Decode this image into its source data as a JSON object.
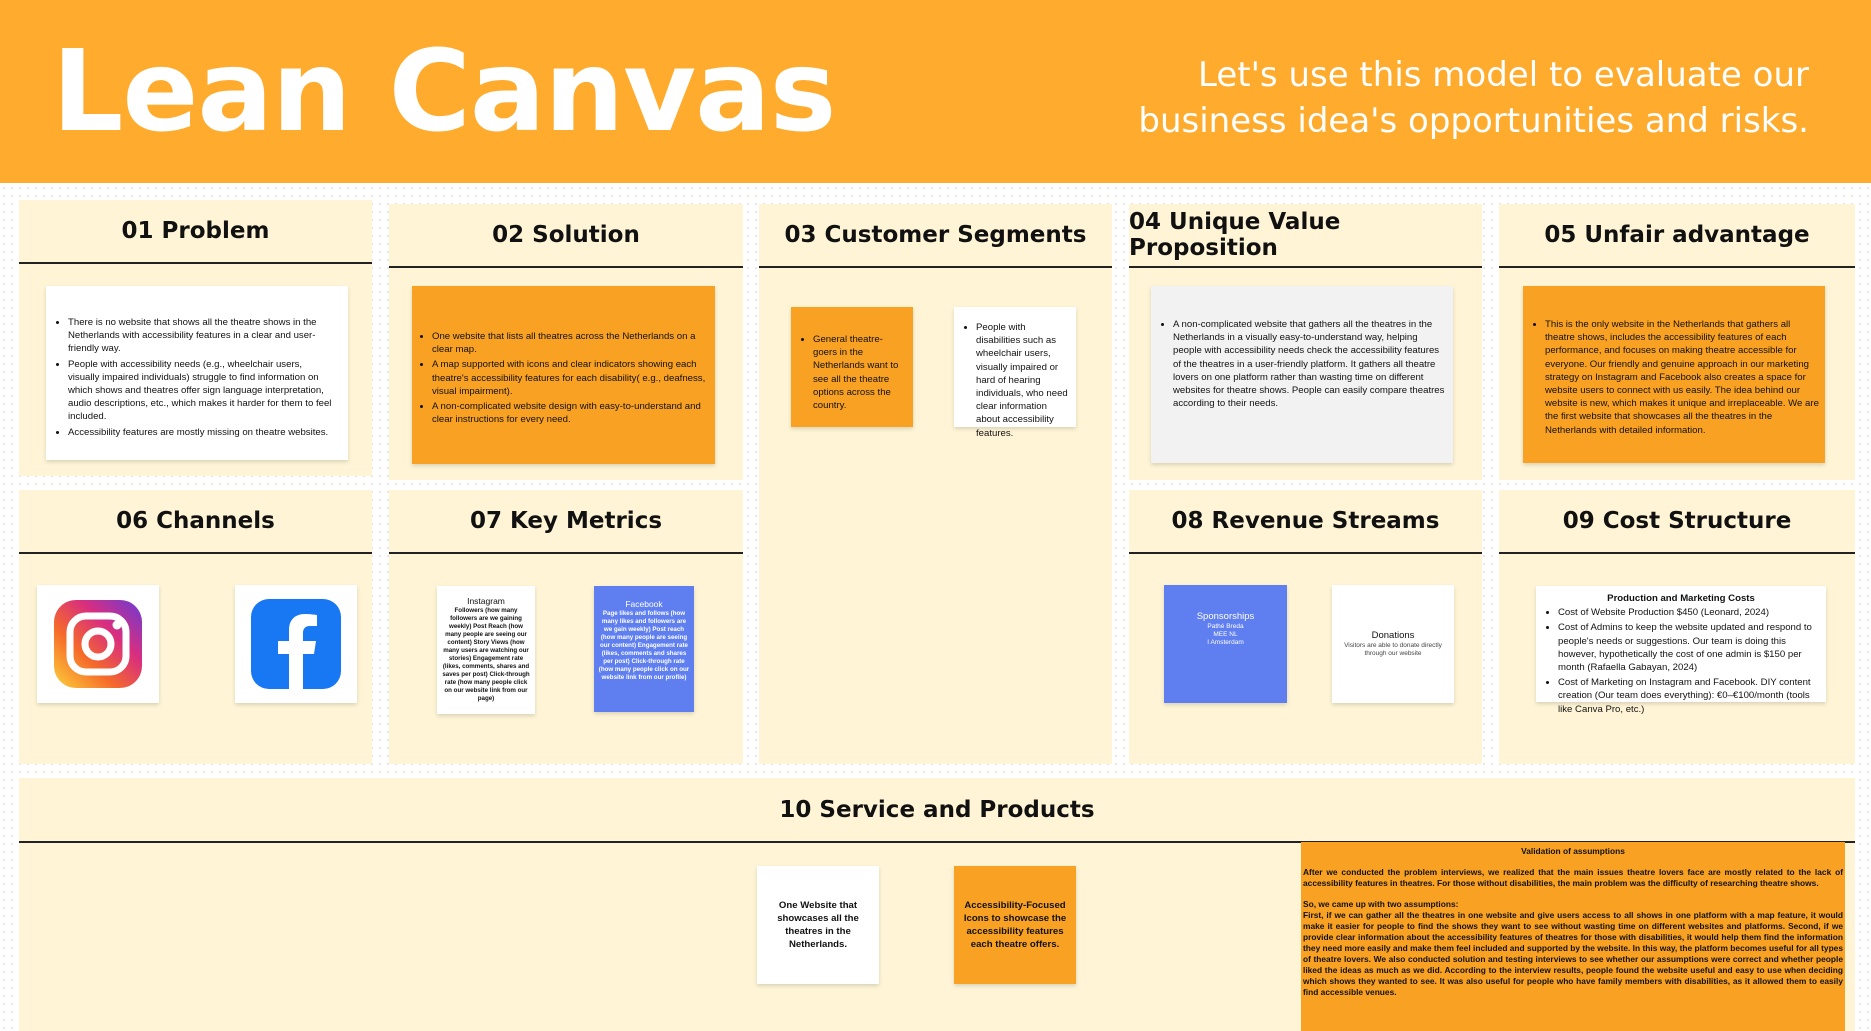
{
  "header": {
    "title": "Lean Canvas",
    "subtitle": "Let's use this model to evaluate our business idea's opportunities and risks."
  },
  "sections": {
    "problem": {
      "title": "01 Problem",
      "bullets": [
        "There is no website that shows all the theatre shows in the Netherlands with accessibility features in a clear and user-friendly way.",
        "People with accessibility needs (e.g., wheelchair users, visually impaired individuals) struggle to find information on which shows and theatres offer sign language interpretation, audio descriptions, etc., which makes it harder for them to feel included.",
        "Accessibility features are mostly missing on theatre websites."
      ]
    },
    "solution": {
      "title": "02 Solution",
      "bullets": [
        "One website that lists all theatres across the Netherlands on a clear map.",
        "A map supported with icons and clear indicators showing each theatre's accessibility features for each disability( e.g., deafness, visual impairment).",
        "A non-complicated website design with easy-to-understand and clear instructions for every need."
      ]
    },
    "customer_segments": {
      "title": "03 Customer Segments",
      "note1": "General theatre-goers in the Netherlands want to see all the theatre options across the country.",
      "note2": "People with disabilities such as wheelchair users, visually impaired or hard of hearing individuals, who need clear information about accessibility features."
    },
    "uvp": {
      "title": "04 Unique Value Proposition",
      "text": "A non-complicated website that gathers all the theatres in the Netherlands in a visually easy-to-understand way, helping people with accessibility needs check the accessibility features of the theatres in a user-friendly platform. It gathers all theatre lovers on one platform rather than wasting time on different websites for theatre shows. People can easily compare theatres according to their needs."
    },
    "unfair_advantage": {
      "title": "05 Unfair advantage",
      "text": "This is the only website in the Netherlands that gathers all theatre shows, includes the accessibility features of each performance, and focuses on making theatre accessible for everyone. Our friendly and genuine approach in our marketing strategy on Instagram and Facebook also creates a space for website users to connect with us easily. The idea behind our website is new, which makes it unique and irreplaceable. We are the first website that showcases all the theatres in the Netherlands with detailed information."
    },
    "channels": {
      "title": "06 Channels",
      "icons": [
        "instagram-icon",
        "facebook-icon"
      ]
    },
    "key_metrics": {
      "title": "07 Key Metrics",
      "instagram": {
        "heading": "Instagram",
        "text": "Followers (how many followers are we gaining weekly) Post Reach (how many people are seeing our content) Story Views (how many users are watching our stories) Engagement rate (likes, comments, shares and saves per post) Click-through rate (how many people click on our website link from our page)"
      },
      "facebook": {
        "heading": "Facebook",
        "text": "Page likes and follows (how many likes and followers are we gain weekly) Post reach (how many people are seeing our content) Engagement rate (likes, comments and shares per post) Click-through rate (how many people click on our website link from our profile)"
      }
    },
    "revenue": {
      "title": "08 Revenue Streams",
      "sponsor_heading": "Sponsorships",
      "sponsor_lines": [
        "Pathé Breda",
        "MEE NL",
        "I Amsterdam"
      ],
      "donation_heading": "Donations",
      "donation_text": "Visitors are able to donate directly through our website"
    },
    "cost": {
      "title": "09 Cost Structure",
      "heading": "Production and Marketing Costs",
      "bullets": [
        "Cost of Website Production $450 (Leonard, 2024)",
        "Cost of Admins to keep the website updated and respond to people's needs or suggestions. Our team is doing this however, hypothetically the cost of one admin is $150 per month (Rafaella Gabayan, 2024)",
        "Cost of Marketing on Instagram and Facebook. DIY content creation (Our team does everything): €0–€100/month (tools like Canva Pro, etc.)"
      ]
    },
    "service": {
      "title": "10 Service and Products",
      "note1": "One Website that showcases all the theatres in the Netherlands.",
      "note2": "Accessibility-Focused Icons to showcase the accessibility features each theatre offers.",
      "validation_heading": "Validation of assumptions",
      "validation_p1": "After we conducted the problem interviews, we realized that the main issues theatre lovers face are mostly related to the lack of accessibility features in theatres. For those without disabilities, the main problem was the difficulty of researching theatre shows.",
      "validation_p2": "So, we came up with two assumptions:",
      "validation_p3": "First, if we can gather all the theatres in one website and give users access to all shows in one platform with a map feature, it would make it easier for people to find the shows they want to see without wasting time on different websites and platforms. Second, if we provide clear information about the accessibility features of theatres for those with disabilities, it would help them find the information they need more easily and make them feel included and supported by the website. In this way, the platform becomes useful for all types of theatre lovers. We also conducted solution and testing interviews to see whether our assumptions were correct and whether people liked the ideas as much as we did. According to the interview results, people found the website useful and easy to use when deciding which shows they wanted to see. It was also useful for people who have family members with disabilities, as it allowed them to easily find accessible venues."
    }
  },
  "colors": {
    "header": "#ffab2e",
    "section_bg": "#fff5d6",
    "note_orange": "#f9a123",
    "note_blue": "#5f7ff0"
  }
}
